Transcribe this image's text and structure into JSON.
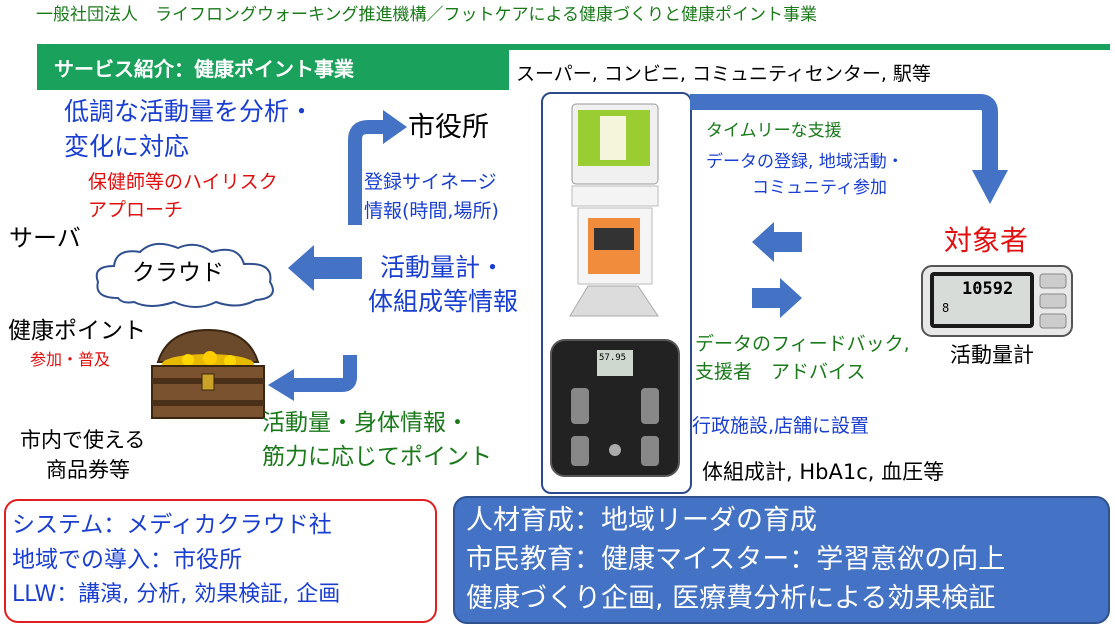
{
  "header": "一般社団法人　ライフロングウォーキング推進機構／フットケアによる健康づくりと健康ポイント事業",
  "section_title": "サービス紹介：健康ポイント事業",
  "locations": "スーパー, コンビニ, コミュニティセンター, 駅等",
  "left_top": {
    "line1": "低調な活動量を分析・",
    "line2": "変化に対応",
    "sub1": "保健師等のハイリスク",
    "sub2": "アプローチ"
  },
  "city_hall": "市役所",
  "signage": {
    "line1": "登録サイネージ",
    "line2": "情報(時間,場所)"
  },
  "server": "サーバ",
  "cloud": "クラウド",
  "activity_info": {
    "line1": "活動量計・",
    "line2": "体組成等情報"
  },
  "points": {
    "title": "健康ポイント",
    "sub": "参加・普及"
  },
  "voucher": {
    "line1": "市内で使える",
    "line2": "商品券等"
  },
  "points_basis": {
    "line1": "活動量・身体情報・",
    "line2": "筋力に応じてポイント"
  },
  "timely": "タイムリーな支援",
  "register": {
    "line1": "データの登録, 地域活動・",
    "line2": "コミュニティ参加"
  },
  "target": "対象者",
  "pedometer": {
    "label": "活動量計",
    "display_top": "10592",
    "display_bottom": "8"
  },
  "feedback": {
    "line1": "データのフィードバック,",
    "line2": "支援者　アドバイス"
  },
  "install": "行政施設,店舗に設置",
  "measure": "体組成計, HbA1c, 血圧等",
  "scale_display": "57.95",
  "system_box": {
    "line1": "システム：メディカクラウド社",
    "line2": "地域での導入：市役所",
    "line3": "LLW：講演, 分析, 効果検証, 企画"
  },
  "edu_box": {
    "line1": "人材育成：地域リーダの育成",
    "line2": "市民教育：健康マイスター：学習意欲の向上",
    "line3": "健康づくり企画, 医療費分析による効果検証"
  },
  "colors": {
    "green": "#1a7a1a",
    "blue": "#1a3fd0",
    "red": "#e01010",
    "arrow": "#4472c4",
    "title_bar": "#1aa25c"
  }
}
